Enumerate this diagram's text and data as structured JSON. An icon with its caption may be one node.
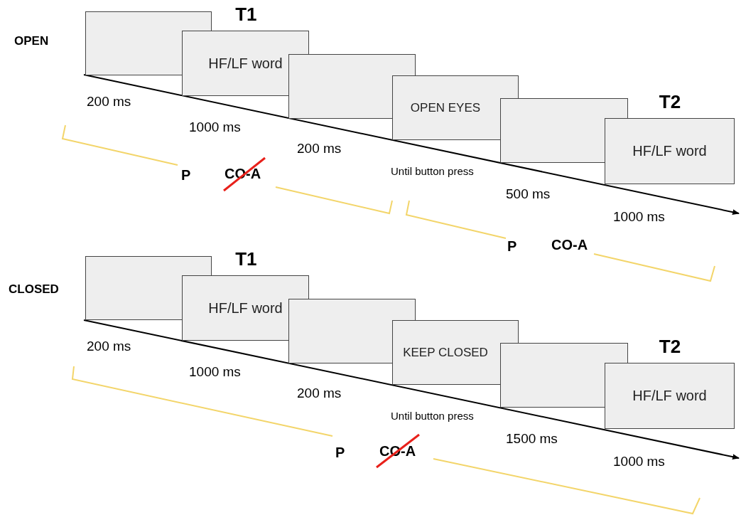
{
  "diagram": {
    "nodes": [
      {
        "text": [],
        "shape": "box",
        "beside": [
          "200 ms"
        ]
      },
      {
        "text": [
          "T1",
          "HF/LF word"
        ],
        "beside": [
          "1000 ms"
        ]
      },
      {
        "text": [],
        "shape": "box",
        "beside": [
          "200 ms"
        ]
      },
      {
        "text": [
          "OPEN EYES"
        ],
        "beside": [
          "Until button press"
        ]
      },
      {
        "text": [],
        "shape": "box",
        "beside": [
          "500 ms"
        ]
      },
      {
        "text": [
          "T2",
          "HF/LF word"
        ],
        "beside": [
          "1000 ms"
        ]
      },
      {
        "text": [],
        "shape": "box",
        "beside": [
          "200 ms"
        ]
      },
      {
        "text": [
          "T1",
          "HF/LF word"
        ],
        "beside": [
          "1000 ms"
        ]
      },
      {
        "text": [],
        "shape": "box",
        "beside": [
          "200 ms"
        ]
      },
      {
        "text": [
          "KEEP CLOSED"
        ],
        "beside": [
          "Until button press"
        ]
      },
      {
        "text": [],
        "shape": "box",
        "beside": [
          "1500 ms"
        ]
      },
      {
        "text": [
          "T2",
          "HF/LF word"
        ],
        "beside": [
          "1000 ms"
        ]
      }
    ],
    "labels": [
      "OPEN",
      "P",
      "CO-A",
      "P",
      "CO-A",
      "CLOSED",
      "P",
      "CO-A"
    ]
  }
}
